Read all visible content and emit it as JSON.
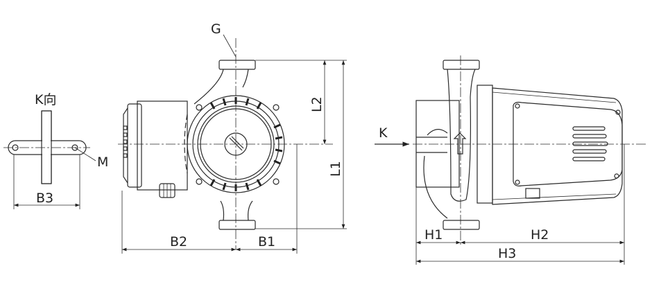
{
  "labels": {
    "G": "G",
    "K_view": "K向",
    "M": "M",
    "B3": "B3",
    "B2": "B2",
    "B1": "B1",
    "L2": "L2",
    "L1": "L1",
    "K": "K",
    "H1": "H1",
    "H2": "H2",
    "H3": "H3"
  }
}
